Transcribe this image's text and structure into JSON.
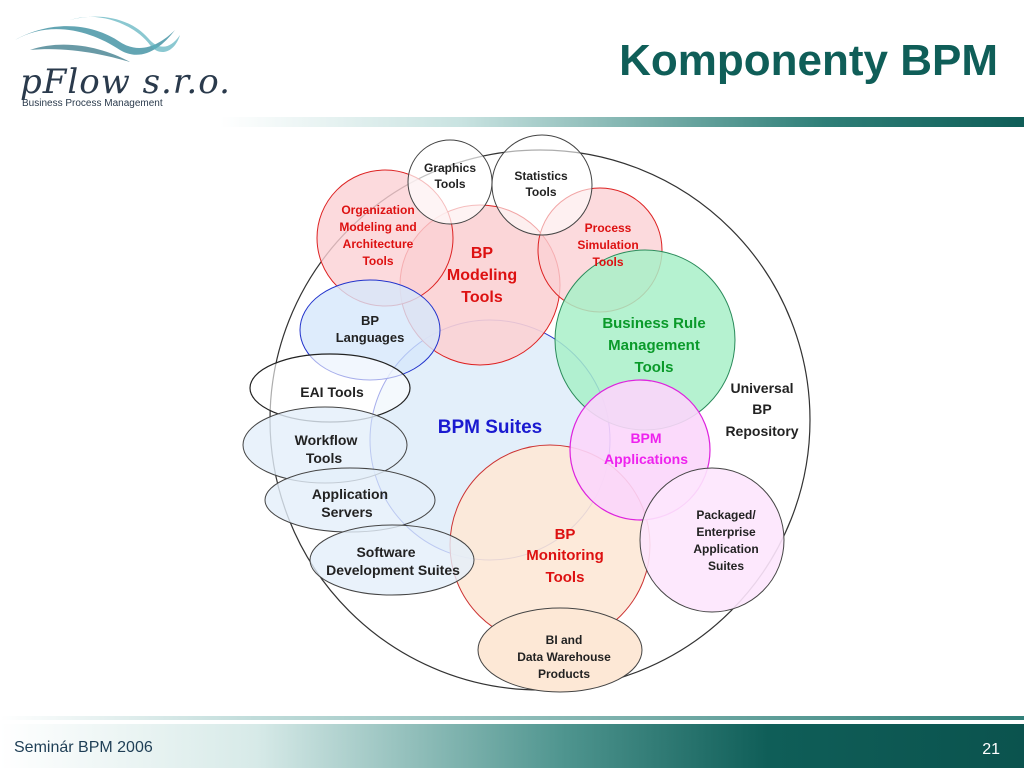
{
  "header": {
    "logo_name": "pFlow s.r.o.",
    "logo_subtitle": "Business Process Management",
    "title": "Komponenty BPM"
  },
  "footer": {
    "left": "Seminár BPM 2006",
    "page_number": "21"
  },
  "diagram": {
    "colors": {
      "red": "#dd1111",
      "green": "#0a9a2a",
      "blue": "#1a1ad0",
      "magenta": "#ee22ee",
      "black": "#222222",
      "title_teal": "#0f5e58"
    },
    "nodes": {
      "graphics_tools": {
        "line1": "Graphics",
        "line2": "Tools"
      },
      "statistics_tools": {
        "line1": "Statistics",
        "line2": "Tools"
      },
      "org_modeling": {
        "line1": "Organization",
        "line2": "Modeling and",
        "line3": "Architecture",
        "line4": "Tools"
      },
      "bp_modeling": {
        "line1": "BP",
        "line2": "Modeling",
        "line3": "Tools"
      },
      "process_simulation": {
        "line1": "Process",
        "line2": "Simulation",
        "line3": "Tools"
      },
      "business_rule": {
        "line1": "Business Rule",
        "line2": "Management",
        "line3": "Tools"
      },
      "bp_languages": {
        "line1": "BP",
        "line2": "Languages"
      },
      "eai_tools": {
        "line1": "EAI Tools"
      },
      "bpm_suites": {
        "line1": "BPM Suites"
      },
      "universal_repo": {
        "line1": "Universal",
        "line2": "BP",
        "line3": "Repository"
      },
      "workflow_tools": {
        "line1": "Workflow",
        "line2": "Tools"
      },
      "bpm_applications": {
        "line1": "BPM",
        "line2": "Applications"
      },
      "application_servers": {
        "line1": "Application",
        "line2": "Servers"
      },
      "packaged_apps": {
        "line1": "Packaged/",
        "line2": "Enterprise",
        "line3": "Application",
        "line4": "Suites"
      },
      "bp_monitoring": {
        "line1": "BP",
        "line2": "Monitoring",
        "line3": "Tools"
      },
      "software_dev": {
        "line1": "Software",
        "line2": "Development Suites"
      },
      "bi_data": {
        "line1": "BI and",
        "line2": "Data Warehouse",
        "line3": "Products"
      }
    }
  }
}
